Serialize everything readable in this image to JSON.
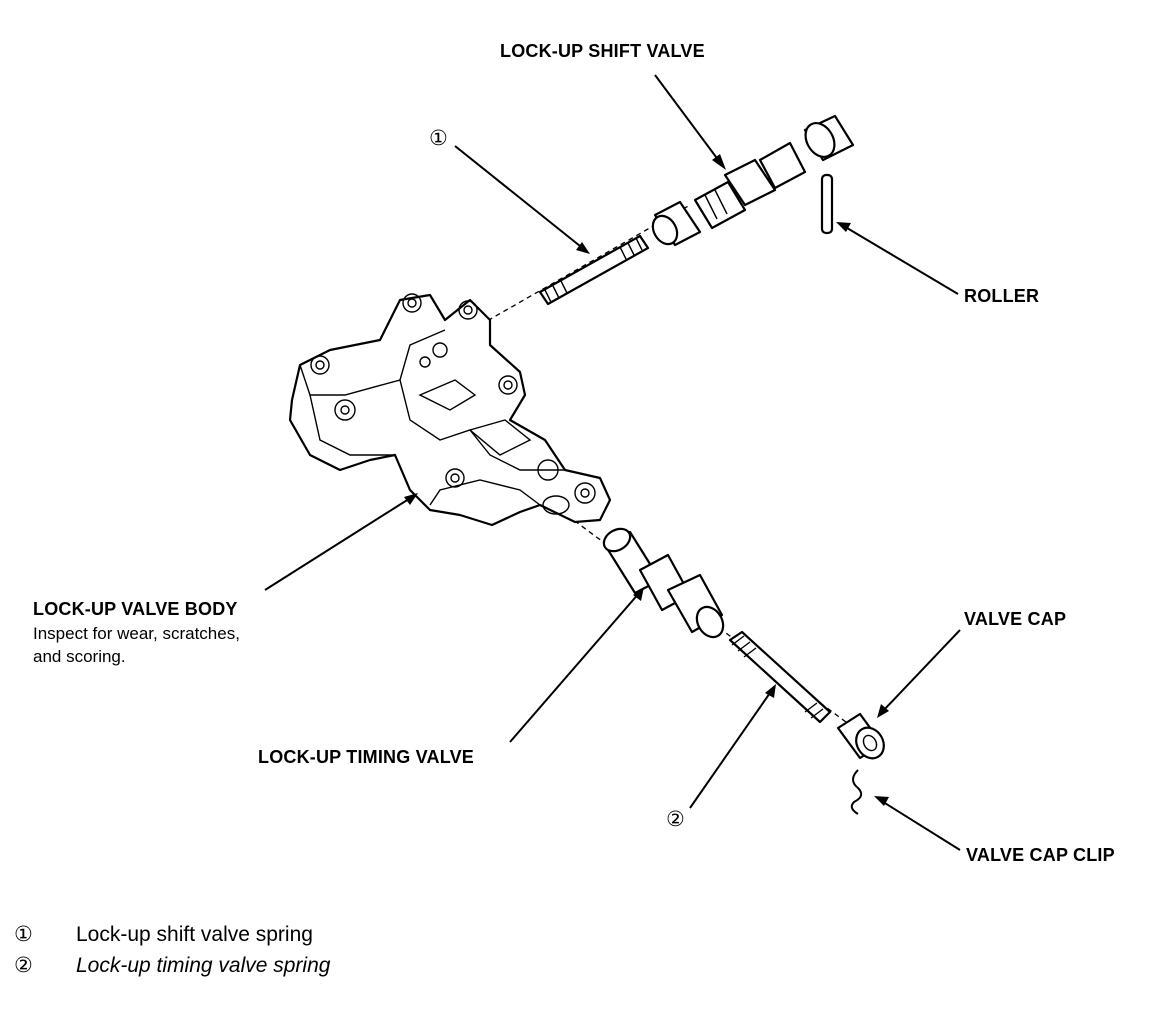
{
  "labels": {
    "lockup_shift_valve": "LOCK-UP SHIFT VALVE",
    "roller": "ROLLER",
    "lockup_valve_body": "LOCK-UP VALVE BODY",
    "valve_body_note_1": "Inspect for wear, scratches,",
    "valve_body_note_2": "and scoring.",
    "valve_cap": "VALVE CAP",
    "lockup_timing_valve": "LOCK-UP TIMING VALVE",
    "valve_cap_clip": "VALVE CAP CLIP",
    "callout_1": "①",
    "callout_2": "②"
  },
  "legend": [
    {
      "key": "①",
      "text": "Lock-up shift valve spring"
    },
    {
      "key": "②",
      "text": "Lock-up timing valve spring"
    }
  ]
}
